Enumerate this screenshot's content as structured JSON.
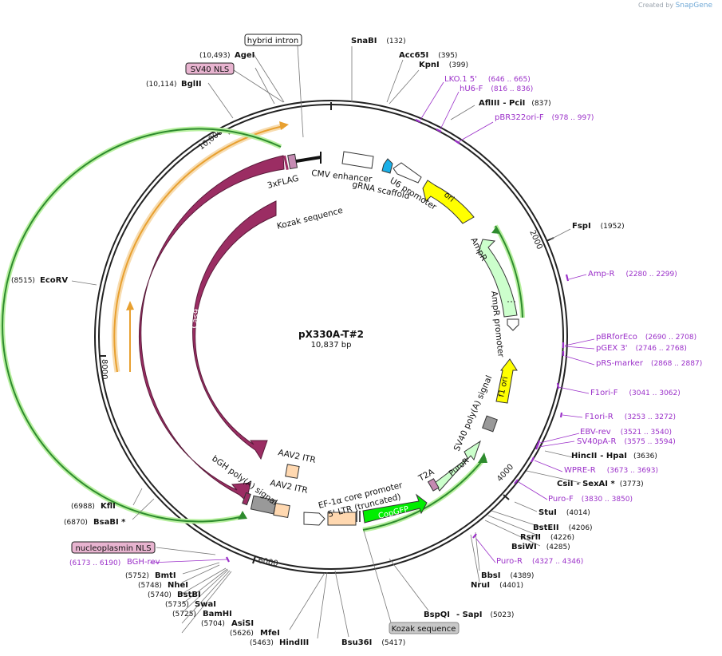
{
  "credit": {
    "prefix": "Created by",
    "brand": "SnapGene"
  },
  "plasmid": {
    "name": "pX330A-T#2",
    "size": "10,837 bp"
  },
  "tick_labels": [
    "2000",
    "4000",
    "6000",
    "8000",
    "10,000"
  ],
  "features": [
    {
      "name": "3xFLAG",
      "color": "#b86ea0"
    },
    {
      "name": "CMV enhancer",
      "color": "#ffffff"
    },
    {
      "name": "gRNA scaffold",
      "color": "#1ab0e8"
    },
    {
      "name": "U6 promoter",
      "color": "#ffffff"
    },
    {
      "name": "ori",
      "color": "#ffff00"
    },
    {
      "name": "AmpR",
      "color": "#ccffcc"
    },
    {
      "name": "AmpR promoter",
      "color": "#ffffff"
    },
    {
      "name": "f1 ori",
      "color": "#ffff00"
    },
    {
      "name": "SV40 poly(A) signal",
      "color": "#999999"
    },
    {
      "name": "PuroR",
      "color": "#ccffcc"
    },
    {
      "name": "T2A",
      "color": "#b86ea0"
    },
    {
      "name": "CopGFP",
      "color": "#00ee00"
    },
    {
      "name": "EF-1α core promoter",
      "color": "#ffffff"
    },
    {
      "name": "5' LTR (truncated)",
      "color": "#ffd8b0"
    },
    {
      "name": "AAV2 ITR",
      "color": "#ffd8b0"
    },
    {
      "name": "AAV2 ITR",
      "color": "#ffd8b0"
    },
    {
      "name": "bGH poly(A) signal",
      "color": "#999999"
    },
    {
      "name": "Cas9",
      "color": "#9b2d63"
    },
    {
      "name": "Cas9",
      "color": "#9b2d63"
    },
    {
      "name": "Kozak sequence",
      "color": "#9b2d63"
    }
  ],
  "boxed_labels": {
    "hybrid_intron": "hybrid intron",
    "sv40_nls": "SV40 NLS",
    "nucleoplasmin_nls": "nucleoplasmin NLS",
    "kozak_sequence": "Kozak sequence"
  },
  "sites": [
    {
      "name": "SnaBI",
      "pos": "(132)"
    },
    {
      "name": "Acc65I",
      "pos": "(395)"
    },
    {
      "name": "KpnI",
      "pos": "(399)"
    },
    {
      "name": "AflIII",
      "extra": "- PciI",
      "pos": "(837)"
    },
    {
      "name": "FspI",
      "pos": "(1952)"
    },
    {
      "name": "HincII",
      "extra": "- HpaI",
      "pos": "(3636)"
    },
    {
      "name": "CsiI",
      "extra": "- SexAI *",
      "pos": "(3773)"
    },
    {
      "name": "StuI",
      "pos": "(4014)"
    },
    {
      "name": "BstEII",
      "pos": "(4206)"
    },
    {
      "name": "RsrII",
      "pos": "(4226)"
    },
    {
      "name": "BsiWI",
      "pos": "(4285)"
    },
    {
      "name": "BbsI",
      "pos": "(4389)"
    },
    {
      "name": "NruI",
      "pos": "(4401)"
    },
    {
      "name": "BspQI",
      "extra": "- SapI",
      "pos": "(5023)"
    },
    {
      "name": "Bsu36I",
      "pos": "(5417)"
    },
    {
      "name": "HindIII",
      "pos": "(5463)"
    },
    {
      "name": "MfeI",
      "pos": "(5626)"
    },
    {
      "name": "AsiSI",
      "pos": "(5704)"
    },
    {
      "name": "BamHI",
      "pos": "(5725)"
    },
    {
      "name": "SwaI",
      "pos": "(5735)"
    },
    {
      "name": "BstBI",
      "pos": "(5740)"
    },
    {
      "name": "NheI",
      "pos": "(5748)"
    },
    {
      "name": "BmtI",
      "pos": "(5752)"
    },
    {
      "name": "BsaBI *",
      "pos": "(6870)"
    },
    {
      "name": "KflI",
      "pos": "(6988)"
    },
    {
      "name": "EcoRV",
      "pos": "(8515)"
    },
    {
      "name": "BglII",
      "pos": "(10,114)"
    },
    {
      "name": "AgeI",
      "pos": "(10,493)"
    }
  ],
  "primers": [
    {
      "name": "LKO.1 5'",
      "range": "(646 .. 665)"
    },
    {
      "name": "hU6-F",
      "range": "(816 .. 836)"
    },
    {
      "name": "pBR322ori-F",
      "range": "(978 .. 997)"
    },
    {
      "name": "Amp-R",
      "range": "(2280 .. 2299)"
    },
    {
      "name": "pBRforEco",
      "range": "(2690 .. 2708)"
    },
    {
      "name": "pGEX 3'",
      "range": "(2746 .. 2768)"
    },
    {
      "name": "pRS-marker",
      "range": "(2868 .. 2887)"
    },
    {
      "name": "F1ori-F",
      "range": "(3041 .. 3062)"
    },
    {
      "name": "F1ori-R",
      "range": "(3253 .. 3272)"
    },
    {
      "name": "EBV-rev",
      "range": "(3521 .. 3540)"
    },
    {
      "name": "SV40pA-R",
      "range": "(3575 .. 3594)"
    },
    {
      "name": "WPRE-R",
      "range": "(3673 .. 3693)"
    },
    {
      "name": "Puro-F",
      "range": "(3830 .. 3850)"
    },
    {
      "name": "Puro-R",
      "range": "(4327 .. 4346)"
    },
    {
      "name": "BGH-rev",
      "range": "(6173 .. 6190)"
    }
  ],
  "colors": {
    "primer": "#9b30c9",
    "feature_arc": "#9b2d63",
    "orange": "#e8a030",
    "green_line": "#2e8b2e",
    "green_halo": "#b8f0a0"
  }
}
